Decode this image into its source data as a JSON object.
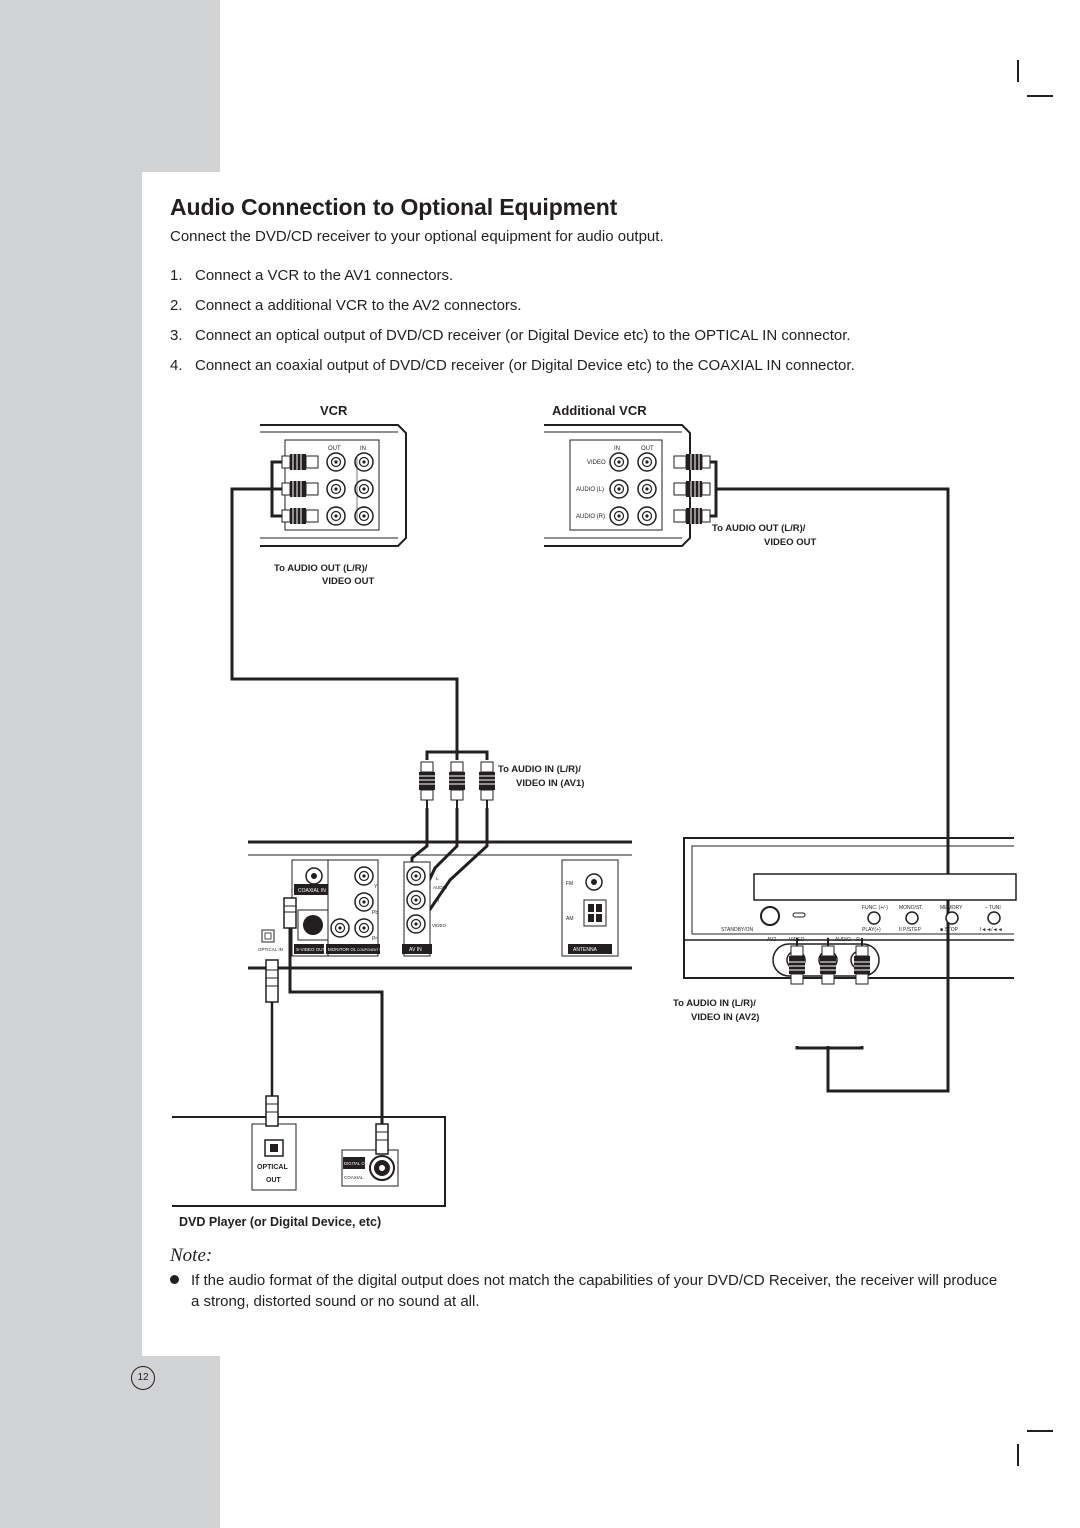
{
  "page": {
    "title": "Audio Connection to Optional Equipment",
    "intro": "Connect the DVD/CD receiver to your optional equipment for audio output.",
    "steps": [
      {
        "num": "1.",
        "text": "Connect a VCR to the AV1 connectors."
      },
      {
        "num": "2.",
        "text": "Connect a additional VCR to the AV2 connectors."
      },
      {
        "num": "3.",
        "text": "Connect an optical output of DVD/CD receiver (or Digital Device etc) to the OPTICAL IN connector."
      },
      {
        "num": "4.",
        "text": "Connect an coaxial output of DVD/CD receiver (or Digital Device etc) to the COAXIAL IN connector."
      }
    ],
    "page_number": "12"
  },
  "diagram": {
    "vcr_label": "VCR",
    "additional_vcr_label": "Additional VCR",
    "vcr_jack_out": "OUT",
    "vcr_jack_in": "IN",
    "addvcr_jack_in": "IN",
    "addvcr_jack_out": "OUT",
    "addvcr_video": "VIDEO",
    "addvcr_audio_l": "AUDIO (L)",
    "addvcr_audio_r": "AUDIO (R)",
    "vcr_out_line1": "To AUDIO OUT (L/R)/",
    "vcr_out_line2": "VIDEO OUT",
    "addvcr_out_line1": "To AUDIO OUT (L/R)/",
    "addvcr_out_line2": "VIDEO OUT",
    "av1_in_line1": "To AUDIO IN (L/R)/",
    "av1_in_line2": "VIDEO IN (AV1)",
    "av2_in_line1": "To AUDIO IN (L/R)/",
    "av2_in_line2": "VIDEO IN (AV2)",
    "rear_coaxial_in": "COAXIAL IN",
    "rear_optical_in": "OPTICAL IN",
    "rear_svideo_out": "S-VIDEO OUT",
    "rear_monitor_out": "MONITOR OUT",
    "rear_component_out": "COMPONENT VIDEO OUT",
    "rear_av_in": "AV IN",
    "rear_antenna": "ANTENNA",
    "rear_fm": "FM",
    "rear_am": "AM",
    "rear_audio": "AUDIO",
    "rear_video": "VIDEO",
    "rear_l": "L",
    "rear_r": "R",
    "rear_pr": "Pr",
    "rear_pb": "Pb",
    "rear_y": "Y",
    "front_standby": "STANDBY/ON",
    "front_func": "FUNC. (+/-)",
    "front_mono": "MONO/ST.",
    "front_memory": "MEMORY",
    "front_tuning": "– TUNI",
    "front_play": "PLAY(+)",
    "front_pause": "II P/STEP",
    "front_stop": "■ STOP",
    "front_skip": "I◄◄/◄◄",
    "front_av2": "AV2",
    "front_video": "VIDEO",
    "front_audio": "L – AUDIO – R",
    "dvd_optical": "OPTICAL",
    "dvd_out": "OUT",
    "dvd_digital_out": "DIGITAL OUT",
    "dvd_coaxial": "COAXIAL",
    "dvd_player_label": "DVD Player (or Digital Device, etc)"
  },
  "note": {
    "title": "Note:",
    "text": "If the audio format of the digital output does not match the capabilities of your DVD/CD Receiver, the receiver will produce a strong, distorted sound or no sound at all."
  }
}
